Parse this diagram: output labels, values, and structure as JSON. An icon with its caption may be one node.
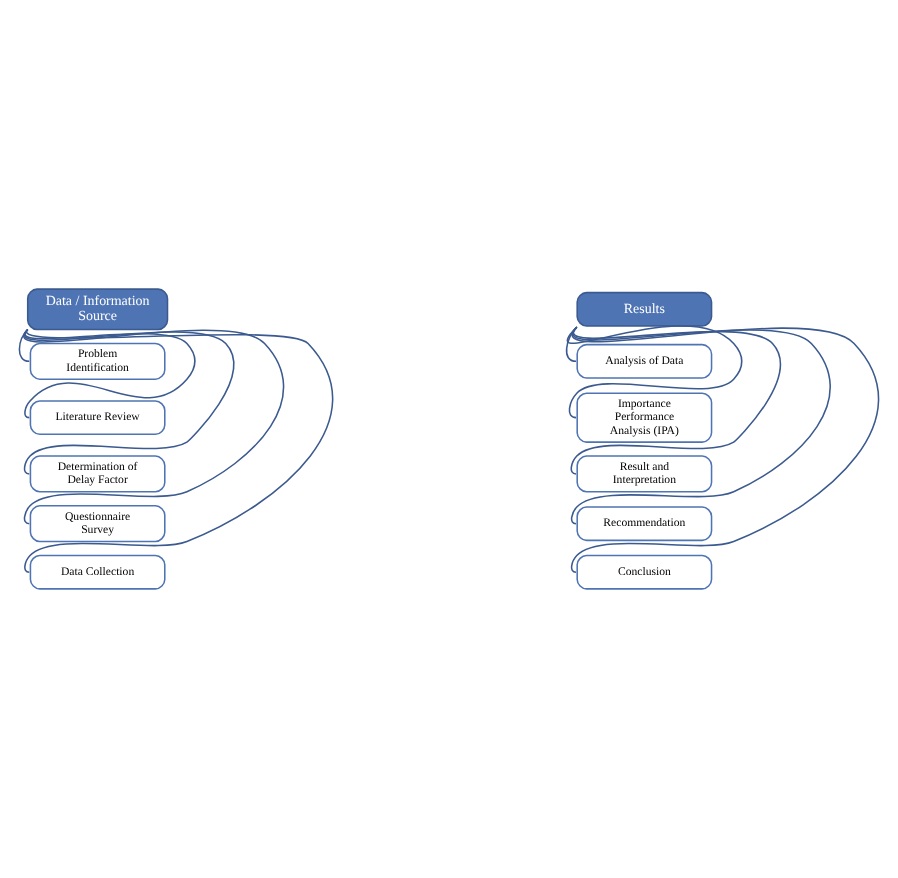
{
  "diagram": {
    "nodes": [
      {
        "text": [
          "Data / Information Source"
        ]
      },
      {
        "text": [
          "Problem Identification"
        ]
      },
      {
        "text": [
          "Literature Review"
        ]
      },
      {
        "text": [
          "Determination of Delay Factor"
        ]
      },
      {
        "text": [
          "Questionnaire Survey"
        ]
      },
      {
        "text": [
          "Data Collection"
        ]
      },
      {
        "text": [
          "Results"
        ]
      },
      {
        "text": [
          "Analysis of Data"
        ]
      },
      {
        "text": [
          "Importance Performance Analysis (IPA)"
        ]
      },
      {
        "text": [
          "Result and Interpretation"
        ]
      },
      {
        "text": [
          "Recommendation"
        ]
      },
      {
        "text": [
          "Conclusion"
        ]
      }
    ],
    "edges": [
      {
        "from": 0,
        "to": 1,
        "arrow": "none"
      },
      {
        "from": 0,
        "to": 2,
        "arrow": "none"
      },
      {
        "from": 0,
        "to": 3,
        "arrow": "none"
      },
      {
        "from": 0,
        "to": 4,
        "arrow": "none"
      },
      {
        "from": 0,
        "to": 5,
        "arrow": "none"
      },
      {
        "from": 6,
        "to": 7,
        "arrow": "none"
      },
      {
        "from": 6,
        "to": 8,
        "arrow": "none"
      },
      {
        "from": 6,
        "to": 9,
        "arrow": "none"
      },
      {
        "from": 6,
        "to": 10,
        "arrow": "none"
      },
      {
        "from": 6,
        "to": 11,
        "arrow": "none"
      }
    ]
  }
}
